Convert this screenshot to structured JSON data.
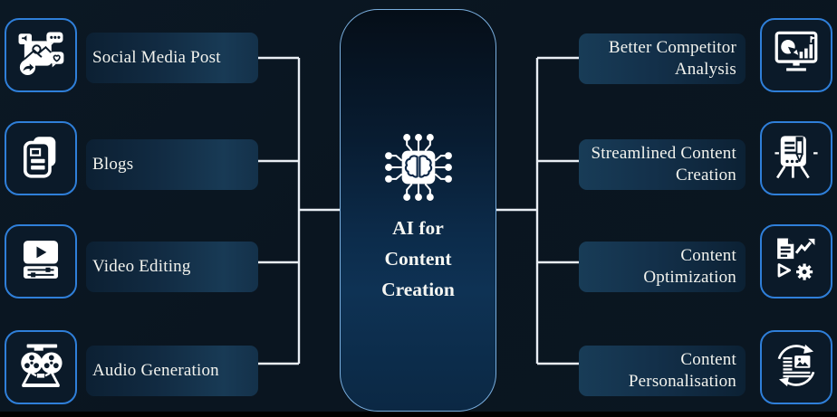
{
  "diagram": {
    "center": {
      "title_line1": "AI for",
      "title_line2": "Content",
      "title_line3": "Creation",
      "icon": "ai-chip-brain-icon"
    },
    "left_items": [
      {
        "label": "Social Media Post",
        "icon": "social-media-post-icon"
      },
      {
        "label": "Blogs",
        "icon": "blogs-icon"
      },
      {
        "label": "Video Editing",
        "icon": "video-editing-icon"
      },
      {
        "label": "Audio Generation",
        "icon": "audio-generation-icon"
      }
    ],
    "right_items": [
      {
        "line1": "Better Competitor",
        "line2": "Analysis",
        "icon": "competitor-analysis-icon"
      },
      {
        "line1": "Streamlined Content",
        "line2": "Creation",
        "icon": "streamlined-content-creation-icon"
      },
      {
        "line1": "Content",
        "line2": "Optimization",
        "icon": "content-optimization-icon"
      },
      {
        "line1": "Content",
        "line2": "Personalisation",
        "icon": "content-personalisation-icon"
      }
    ],
    "colors": {
      "background": "#0a1621",
      "tile_border": "#2f7fd9",
      "panel_border": "#79aede",
      "connector": "#e9eef4",
      "text": "#f2f3ee",
      "bottom_bar": "#000000"
    }
  }
}
